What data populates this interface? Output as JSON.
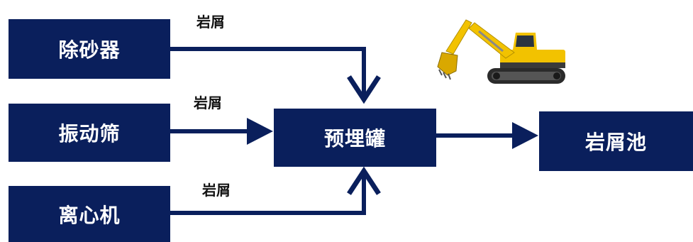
{
  "nodes": {
    "desander": "除砂器",
    "shaker": "振动筛",
    "centrifuge": "离心机",
    "tank": "预埋罐",
    "pit": "岩屑池"
  },
  "edge_labels": {
    "top": "岩屑",
    "middle": "岩屑",
    "bottom": "岩屑"
  },
  "colors": {
    "box_fill": "#0a1f5c",
    "box_text": "#ffffff",
    "arrow": "#0a1f5c",
    "excavator_body": "#f2c200"
  },
  "icons": {
    "excavator": "excavator-icon"
  }
}
